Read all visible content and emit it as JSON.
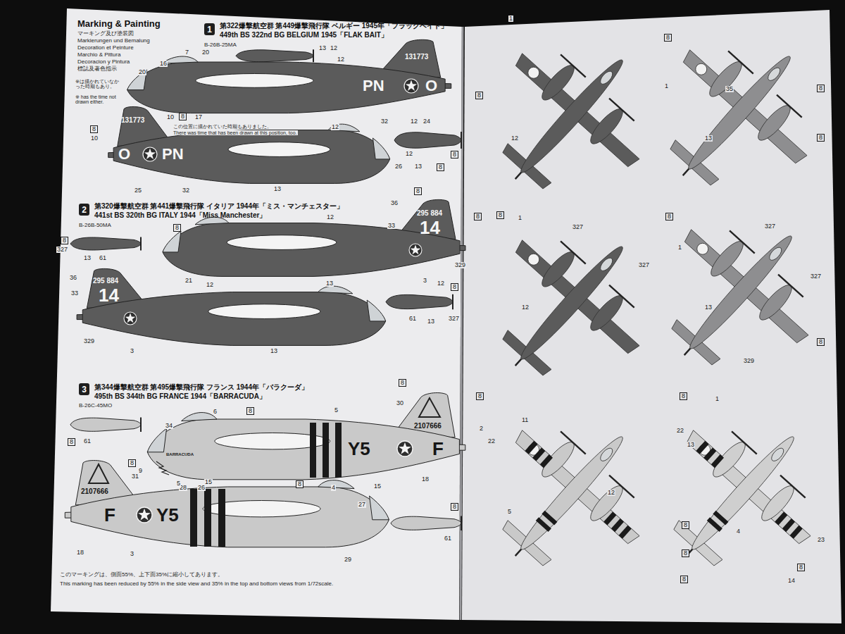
{
  "diagram": {
    "title": "Marking & Painting",
    "nodes": [
      {
        "text": [
          "1"
        ]
      },
      {
        "text": [
          "2"
        ]
      },
      {
        "text": [
          "3"
        ]
      }
    ],
    "labels": [
      "マーキング及び塗装図",
      "Markierungen und Bemalung",
      "Decoration et Peinture",
      "Marchio & Pittura",
      "Decoracion y Pintura",
      "標誌及著色指示",
      "第322爆撃航空群 第449爆撃飛行隊 ベルギー 1945年「フラックベイト」",
      "449th BS 322nd BG BELGIUM 1945「FLAK BAIT」",
      "B-26B-25MA",
      "※は描かれていなかった時期もあり。",
      "※ has the time not drawn either.",
      "この位置に描かれていた時期もありました。",
      "There was time that has been drawn at this position, too.",
      "131773",
      "PN",
      "O",
      "131773",
      "O",
      "PN",
      "7",
      "20",
      "16",
      "20",
      "8",
      "10",
      "17",
      "32",
      "12",
      "24",
      "13",
      "12",
      "12",
      "8",
      "10",
      "12",
      "25",
      "32",
      "13",
      "12",
      "8",
      "26",
      "13",
      "8",
      "第320爆撃航空群 第441爆撃飛行隊 イタリア 1944年「ミス・マンチェスター」",
      "441st BS 320th BG ITALY 1944「Miss Manchester」",
      "B-26B-50MA",
      "295 884",
      "14",
      "8",
      "36",
      "33",
      "12",
      "8",
      "21",
      "13",
      "3",
      "329",
      "12",
      "8",
      "327",
      "13",
      "61",
      "295 884",
      "14",
      "36",
      "33",
      "12",
      "329",
      "3",
      "13",
      "8",
      "327",
      "61",
      "13",
      "第344爆撃航空群 第495爆撃飛行隊 フランス 1944年「バラクーダ」",
      "495th BS 344th BG FRANCE 1944「BARRACUDA」",
      "B-26C-45MO",
      "2107666",
      "Y5",
      "F",
      "8",
      "30",
      "8",
      "6",
      "34",
      "BARRACUDA",
      "9",
      "28",
      "26",
      "5",
      "4",
      "15",
      "18",
      "8",
      "61",
      "2107666",
      "8",
      "31",
      "5",
      "15",
      "8",
      "F",
      "Y5",
      "18",
      "3",
      "27",
      "29",
      "8",
      "61",
      "このマーキングは、側面55%、上下面35%に縮小してあります。",
      "This marking has been reduced by 55% in the side view and 35% in the top and bottom views from 1/72scale.",
      "1",
      "12",
      "8",
      "8",
      "1",
      "35",
      "13",
      "8",
      "8",
      "8",
      "8",
      "1",
      "327",
      "327",
      "12",
      "8",
      "327",
      "1",
      "327",
      "13",
      "329",
      "8",
      "8",
      "11",
      "2",
      "22",
      "5",
      "12",
      "8",
      "8",
      "8",
      "8",
      "1",
      "22",
      "13",
      "4",
      "23",
      "14",
      "8"
    ]
  }
}
